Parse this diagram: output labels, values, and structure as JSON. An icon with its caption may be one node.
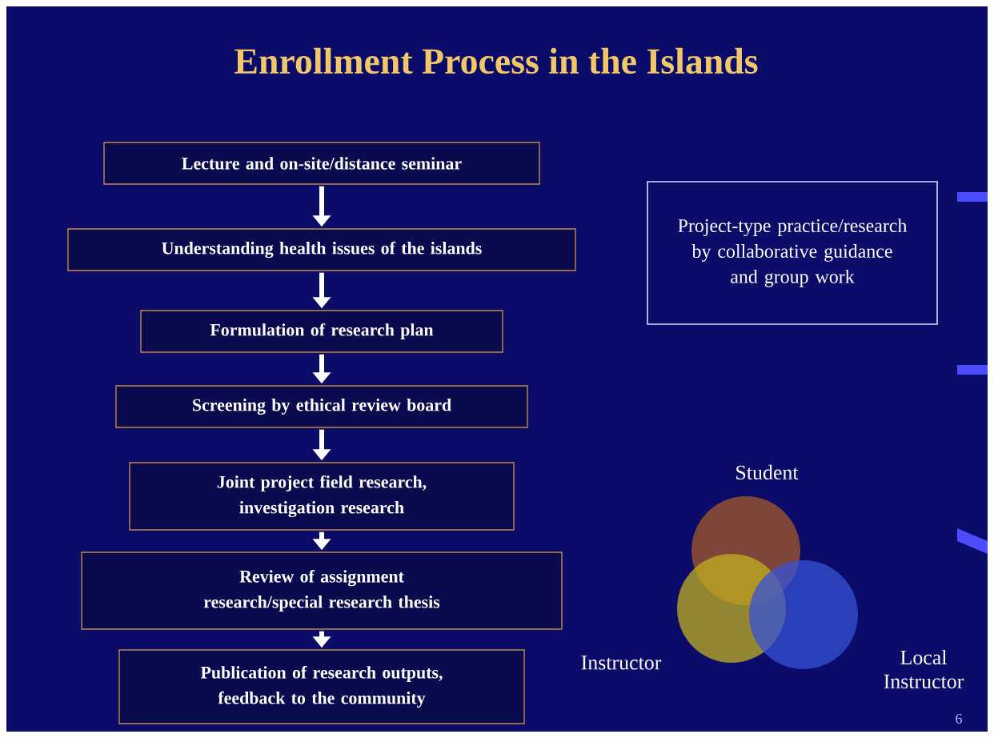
{
  "diagram": {
    "title": "Enrollment Process in the Islands",
    "nodes": [
      {
        "text": [
          "Lecture and on-site/distance seminar"
        ]
      },
      {
        "text": [
          "Understanding health issues of the islands"
        ]
      },
      {
        "text": [
          "Formulation of research plan"
        ]
      },
      {
        "text": [
          "Screening by ethical review board"
        ]
      },
      {
        "text": [
          "Joint project field research, investigation research"
        ]
      },
      {
        "text": [
          "Review of assignment research/special research thesis"
        ]
      },
      {
        "text": [
          "Publication of research outputs, feedback to the community"
        ]
      },
      {
        "text": [
          "Project-type practice/research by collaborative guidance and group work"
        ]
      },
      {
        "text": [],
        "shape": "circle",
        "beside": [
          "Student"
        ]
      },
      {
        "text": [],
        "shape": "circle",
        "beside": [
          "Instructor"
        ]
      },
      {
        "text": [],
        "shape": "circle",
        "beside": [
          "Local Instructor"
        ]
      }
    ],
    "edges": [
      {
        "from": 0,
        "to": 1,
        "arrow": "to"
      },
      {
        "from": 1,
        "to": 2,
        "arrow": "to"
      },
      {
        "from": 2,
        "to": 3,
        "arrow": "to"
      },
      {
        "from": 3,
        "to": 4,
        "arrow": "to"
      },
      {
        "from": 4,
        "to": 5,
        "arrow": "to"
      },
      {
        "from": 5,
        "to": 6,
        "arrow": "to"
      }
    ],
    "labels": [
      "6"
    ]
  }
}
